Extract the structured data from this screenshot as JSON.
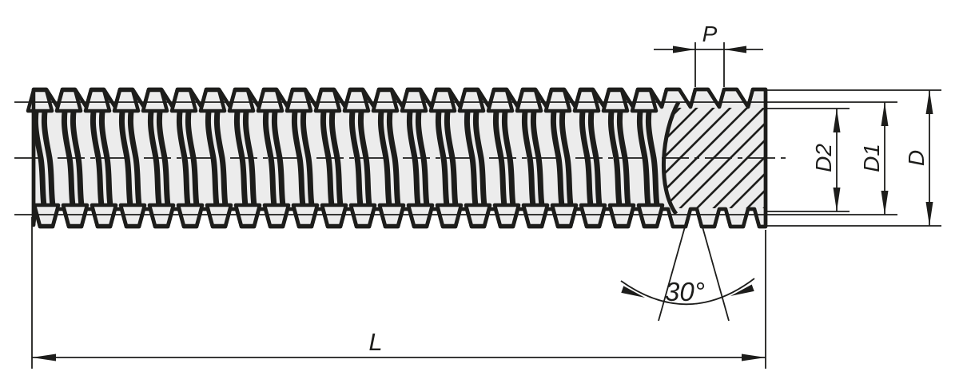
{
  "figure": {
    "type": "technical-drawing",
    "subject": "threaded-spindle-with-section",
    "labels": {
      "pitch": "P",
      "length": "L",
      "outer_diameter": "D",
      "diameter_d1": "D1",
      "diameter_d2": "D2",
      "flank_angle": "30°"
    },
    "colors": {
      "line": "#1d1d1b",
      "body_fill": "#ececec",
      "background": "#ffffff"
    }
  }
}
